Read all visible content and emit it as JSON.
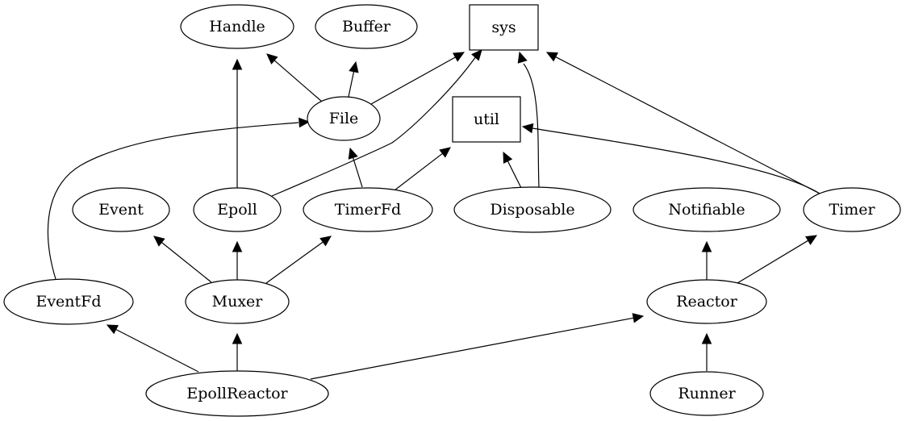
{
  "diagram": {
    "type": "dependency-graph",
    "nodes": [
      {
        "id": "handle",
        "label": "Handle",
        "shape": "ellipse"
      },
      {
        "id": "buffer",
        "label": "Buffer",
        "shape": "ellipse"
      },
      {
        "id": "sys",
        "label": "sys",
        "shape": "box"
      },
      {
        "id": "file",
        "label": "File",
        "shape": "ellipse"
      },
      {
        "id": "util",
        "label": "util",
        "shape": "box"
      },
      {
        "id": "event",
        "label": "Event",
        "shape": "ellipse"
      },
      {
        "id": "epoll",
        "label": "Epoll",
        "shape": "ellipse"
      },
      {
        "id": "timerfd",
        "label": "TimerFd",
        "shape": "ellipse"
      },
      {
        "id": "disposable",
        "label": "Disposable",
        "shape": "ellipse"
      },
      {
        "id": "notifiable",
        "label": "Notifiable",
        "shape": "ellipse"
      },
      {
        "id": "timer",
        "label": "Timer",
        "shape": "ellipse"
      },
      {
        "id": "eventfd",
        "label": "EventFd",
        "shape": "ellipse"
      },
      {
        "id": "muxer",
        "label": "Muxer",
        "shape": "ellipse"
      },
      {
        "id": "reactor",
        "label": "Reactor",
        "shape": "ellipse"
      },
      {
        "id": "epollreactor",
        "label": "EpollReactor",
        "shape": "ellipse"
      },
      {
        "id": "runner",
        "label": "Runner",
        "shape": "ellipse"
      }
    ],
    "edges": [
      {
        "from": "file",
        "to": "handle"
      },
      {
        "from": "file",
        "to": "buffer"
      },
      {
        "from": "file",
        "to": "sys"
      },
      {
        "from": "epoll",
        "to": "handle"
      },
      {
        "from": "epoll",
        "to": "sys"
      },
      {
        "from": "timerfd",
        "to": "file"
      },
      {
        "from": "timerfd",
        "to": "util"
      },
      {
        "from": "disposable",
        "to": "util"
      },
      {
        "from": "disposable",
        "to": "sys"
      },
      {
        "from": "timer",
        "to": "util"
      },
      {
        "from": "timer",
        "to": "sys"
      },
      {
        "from": "eventfd",
        "to": "file"
      },
      {
        "from": "muxer",
        "to": "event"
      },
      {
        "from": "muxer",
        "to": "epoll"
      },
      {
        "from": "muxer",
        "to": "timerfd"
      },
      {
        "from": "reactor",
        "to": "notifiable"
      },
      {
        "from": "reactor",
        "to": "timer"
      },
      {
        "from": "epollreactor",
        "to": "eventfd"
      },
      {
        "from": "epollreactor",
        "to": "muxer"
      },
      {
        "from": "epollreactor",
        "to": "reactor"
      },
      {
        "from": "runner",
        "to": "reactor"
      }
    ]
  }
}
